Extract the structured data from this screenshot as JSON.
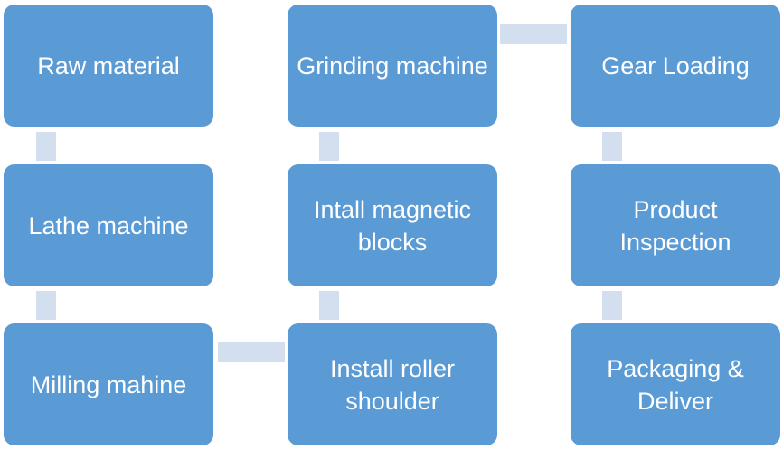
{
  "steps": {
    "raw_material": "Raw material",
    "lathe_machine": "Lathe machine",
    "milling_machine": "Milling mahine",
    "install_roller_shoulder": "Install roller shoulder",
    "install_magnetic_blocks": "Intall magnetic blocks",
    "grinding_machine": "Grinding machine",
    "gear_loading": "Gear Loading",
    "product_inspection": "Product Inspection",
    "packaging_deliver": "Packaging & Deliver"
  },
  "colors": {
    "box_fill": "#5b9bd5",
    "connector": "#d3dfee",
    "text": "#ffffff"
  }
}
